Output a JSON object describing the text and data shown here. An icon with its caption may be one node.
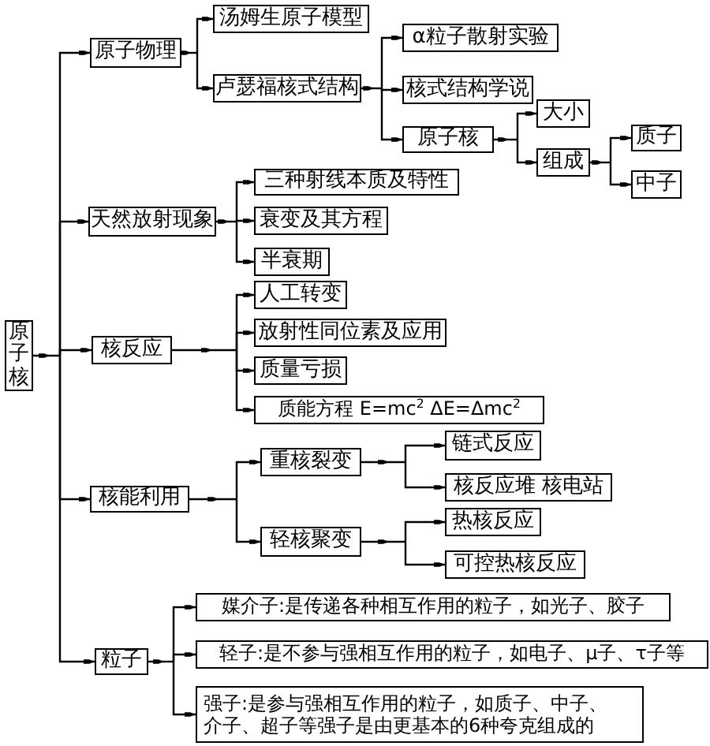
{
  "diagram": {
    "nodes": [
      {
        "text": [
          "原子核"
        ]
      },
      {
        "text": [
          "原子物理"
        ]
      },
      {
        "text": [
          "汤姆生原子模型"
        ]
      },
      {
        "text": [
          "卢瑟福核式结构"
        ]
      },
      {
        "text": [
          "α粒子散射实验"
        ]
      },
      {
        "text": [
          "核式结构学说"
        ]
      },
      {
        "text": [
          "原子核"
        ]
      },
      {
        "text": [
          "大小"
        ]
      },
      {
        "text": [
          "组成"
        ]
      },
      {
        "text": [
          "质子"
        ]
      },
      {
        "text": [
          "中子"
        ]
      },
      {
        "text": [
          "天然放射现象"
        ]
      },
      {
        "text": [
          "三种射线本质及特性"
        ]
      },
      {
        "text": [
          "衰变及其方程"
        ]
      },
      {
        "text": [
          "半衰期"
        ]
      },
      {
        "text": [
          "核反应"
        ]
      },
      {
        "text": [
          "人工转变"
        ]
      },
      {
        "text": [
          "放射性同位素及应用"
        ]
      },
      {
        "text": [
          "质量亏损"
        ]
      },
      {
        "text": [
          "质能方程 E=mc$^{2}$ ΔE=Δmc$^{2}$"
        ]
      },
      {
        "text": [
          "核能利用"
        ]
      },
      {
        "text": [
          "重核裂变"
        ]
      },
      {
        "text": [
          "链式反应"
        ]
      },
      {
        "text": [
          "核反应堆 核电站"
        ]
      },
      {
        "text": [
          "轻核聚变"
        ]
      },
      {
        "text": [
          "热核反应"
        ]
      },
      {
        "text": [
          "可控热核反应"
        ]
      },
      {
        "text": [
          "粒子"
        ]
      },
      {
        "text": [
          "媒介子:是传递各种相互作用的粒子，如光子、胶子"
        ]
      },
      {
        "text": [
          "轻子:是不参与强相互作用的粒子，如电子、μ子、τ子等"
        ]
      },
      {
        "text": [
          "强子:是参与强相互作用的粒子，如质子、中子、介子、超子等强子是由更基本的6种夸克组成的"
        ]
      }
    ],
    "edges": [
      {
        "from": 0,
        "to": 1,
        "arrow": "to"
      },
      {
        "from": 0,
        "to": 11,
        "arrow": "to"
      },
      {
        "from": 0,
        "to": 15,
        "arrow": "to"
      },
      {
        "from": 0,
        "to": 20,
        "arrow": "to"
      },
      {
        "from": 0,
        "to": 27,
        "arrow": "to"
      },
      {
        "from": 1,
        "to": 2,
        "arrow": "to"
      },
      {
        "from": 1,
        "to": 3,
        "arrow": "to"
      },
      {
        "from": 3,
        "to": 4,
        "arrow": "to"
      },
      {
        "from": 3,
        "to": 5,
        "arrow": "to"
      },
      {
        "from": 3,
        "to": 6,
        "arrow": "to"
      },
      {
        "from": 6,
        "to": 7,
        "arrow": "to"
      },
      {
        "from": 6,
        "to": 8,
        "arrow": "to"
      },
      {
        "from": 8,
        "to": 9,
        "arrow": "to"
      },
      {
        "from": 8,
        "to": 10,
        "arrow": "to"
      },
      {
        "from": 11,
        "to": 12,
        "arrow": "to"
      },
      {
        "from": 11,
        "to": 13,
        "arrow": "to"
      },
      {
        "from": 11,
        "to": 14,
        "arrow": "to"
      },
      {
        "from": 15,
        "to": 16,
        "arrow": "to"
      },
      {
        "from": 15,
        "to": 17,
        "arrow": "to"
      },
      {
        "from": 15,
        "to": 18,
        "arrow": "to"
      },
      {
        "from": 15,
        "to": 19,
        "arrow": "to"
      },
      {
        "from": 20,
        "to": 21,
        "arrow": "to"
      },
      {
        "from": 20,
        "to": 24,
        "arrow": "to"
      },
      {
        "from": 21,
        "to": 22,
        "arrow": "to"
      },
      {
        "from": 21,
        "to": 23,
        "arrow": "to"
      },
      {
        "from": 24,
        "to": 25,
        "arrow": "to"
      },
      {
        "from": 24,
        "to": 26,
        "arrow": "to"
      },
      {
        "from": 27,
        "to": 28,
        "arrow": "to"
      },
      {
        "from": 27,
        "to": 29,
        "arrow": "to"
      },
      {
        "from": 27,
        "to": 30,
        "arrow": "to"
      }
    ]
  }
}
